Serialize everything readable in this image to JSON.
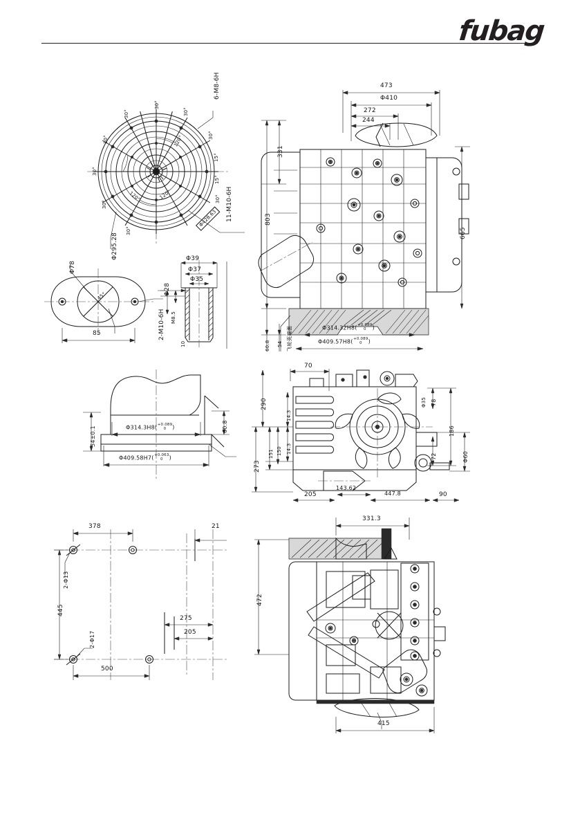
{
  "header": {
    "brand": "fubag",
    "rule": "horizontal-rule"
  },
  "views": {
    "flywheel_housing": {
      "title": "flywheel-housing-bolt-pattern",
      "labels": {
        "bolt_top": "6-M8-6H",
        "bolt_lower": "11-M10-6H",
        "pcd_boxed": "Φ428.63",
        "pcd_outer": "Φ295.28",
        "angles": [
          "30°",
          "30°",
          "30°",
          "30°",
          "30°",
          "30°",
          "30°",
          "30°",
          "30°",
          "15°",
          "15°"
        ],
        "inner_ang_a": "120°",
        "inner_ang_b": "120°",
        "inner_ang_c": "120°"
      }
    },
    "flange_detail": {
      "title": "oval-flange-detail",
      "labels": {
        "bore": "Φ78",
        "thread": "2-M10-6H",
        "width": "85",
        "angle": "45°"
      }
    },
    "bush_detail": {
      "title": "stepped-bore-detail",
      "labels": {
        "d1": "Φ39",
        "d2": "Φ37",
        "d3": "Φ35",
        "d4": "Φ28",
        "depth": "M8.5",
        "length": "10"
      }
    },
    "sae_housing": {
      "title": "sae-housing-section",
      "labels": {
        "height": "54±0.1",
        "step": "60.8",
        "bore_small": "Φ314.3H8",
        "bore_small_tol_up": "+0.089",
        "bore_small_tol_lo": "0",
        "bore_large": "Φ409.58H7",
        "bore_large_tol_up": "+0.063",
        "bore_large_tol_lo": "0"
      }
    },
    "mounting_holes": {
      "title": "mounting-hole-pattern",
      "labels": {
        "top_span": "378",
        "right_gap": "21",
        "left_pitch": "445",
        "hole_a": "2-Φ13",
        "hole_b": "2-Φ17",
        "inner_275": "275",
        "inner_205": "205",
        "bottom_span": "500"
      }
    },
    "engine_front": {
      "title": "engine-front-elevation",
      "labels": {
        "width_total": "473",
        "flywheel_dia": "Φ410",
        "dim_272": "272",
        "dim_244": "244",
        "height_331": "331",
        "height_803": "803",
        "height_665": "665",
        "height_60_8": "60.8",
        "height_54": "54",
        "bore_314": "Φ314.32H8",
        "bore_314_tol_up": "+0.089",
        "bore_314_tol_lo": "0",
        "bore_409": "Φ409.57H8",
        "bore_409_tol_up": "+0.089",
        "bore_409_tol_lo": "0",
        "face_note": "飞轮壳端面"
      }
    },
    "engine_side": {
      "title": "engine-side-elevation",
      "labels": {
        "dim_70": "70",
        "dim_290": "290",
        "dim_14_3_a": "14.3",
        "dim_14_3_b": "14.3",
        "dim_150": "150",
        "dim_151": "151",
        "dim_273": "273",
        "dim_205": "205",
        "dim_143_62": "143.62",
        "dim_447_8": "447.8",
        "dim_90": "90",
        "dim_78": "78",
        "dim_phi35": "Φ35",
        "dim_186": "186",
        "dim_72": "72",
        "dim_phi60": "Φ60"
      }
    },
    "engine_top": {
      "title": "engine-top-plan",
      "labels": {
        "dim_331_3": "331.3",
        "dim_472": "472",
        "dim_415": "415"
      }
    }
  }
}
